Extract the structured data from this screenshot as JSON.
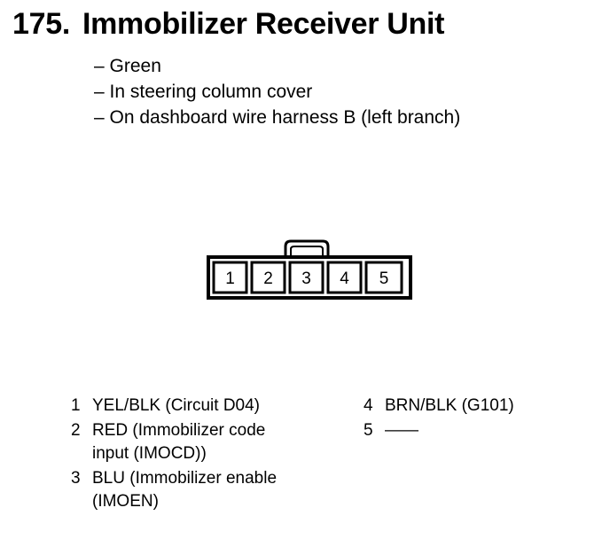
{
  "header": {
    "number": "175.",
    "title": "Immobilizer Receiver Unit"
  },
  "details": [
    "Green",
    "In steering column cover",
    "On dashboard wire harness B (left branch)"
  ],
  "connector": {
    "pins": [
      "1",
      "2",
      "3",
      "4",
      "5"
    ]
  },
  "pinouts_left": [
    {
      "pin": "1",
      "desc": "YEL/BLK (Circuit D04)"
    },
    {
      "pin": "2",
      "desc": "RED (Immobilizer code input (IMOCD))"
    },
    {
      "pin": "3",
      "desc": "BLU (Immobilizer enable (IMOEN)"
    }
  ],
  "pinouts_right": [
    {
      "pin": "4",
      "desc": "BRN/BLK (G101)"
    },
    {
      "pin": "5",
      "desc": "——"
    }
  ]
}
